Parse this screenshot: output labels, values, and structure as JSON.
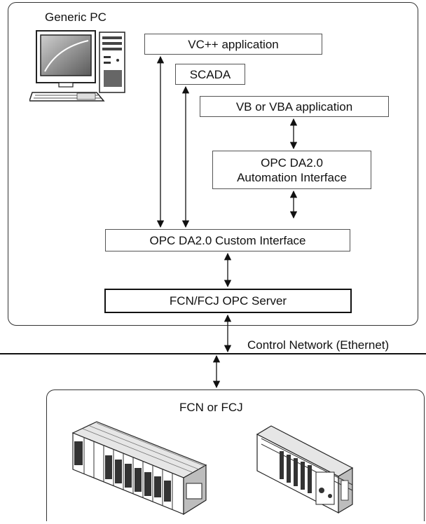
{
  "pc": {
    "label": "Generic PC"
  },
  "boxes": {
    "vcpp": "VC++ application",
    "scada": "SCADA",
    "vb": "VB or VBA application",
    "automation_line1": "OPC DA2.0",
    "automation_line2": "Automation Interface",
    "custom": "OPC DA2.0 Custom Interface",
    "server": "FCN/FCJ OPC Server"
  },
  "network": {
    "label": "Control Network (Ethernet)"
  },
  "controllers": {
    "label": "FCN or FCJ"
  },
  "icons": [
    "computer-illustration",
    "fcn-rack-illustration",
    "fcj-unit-illustration",
    "double-arrow-icon"
  ],
  "colors": {
    "line": "#111111",
    "box_border": "#555555"
  }
}
